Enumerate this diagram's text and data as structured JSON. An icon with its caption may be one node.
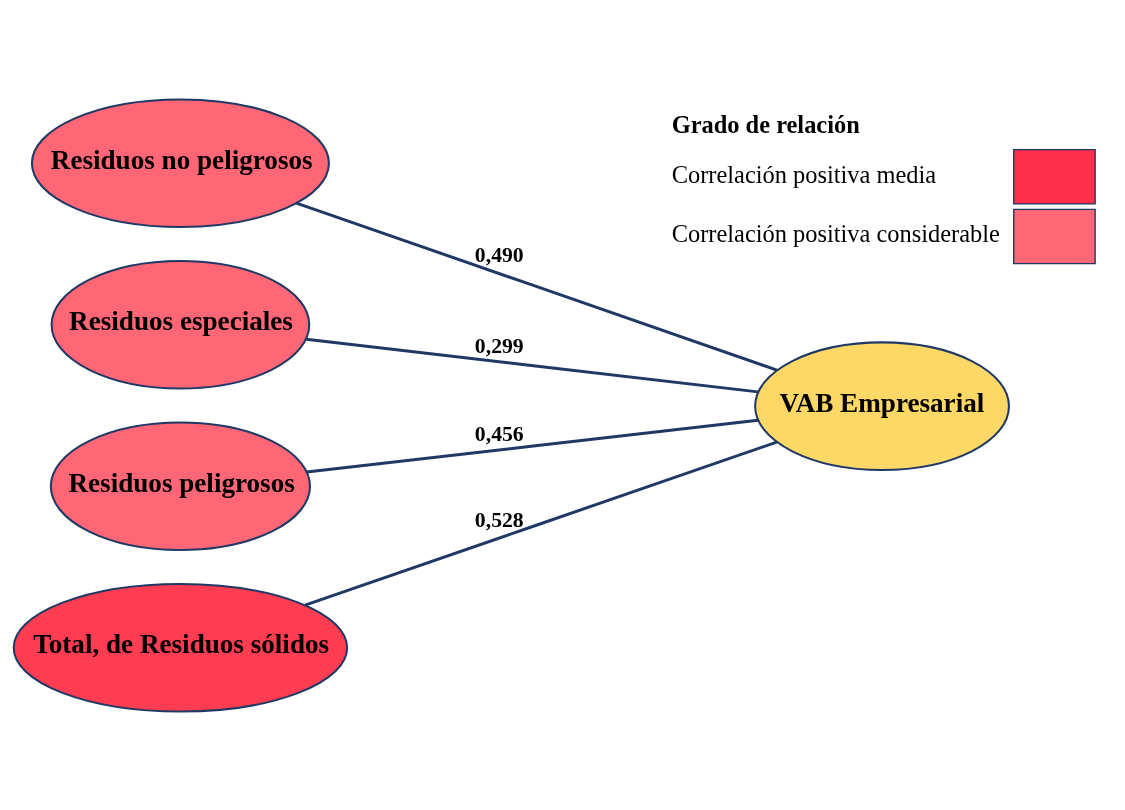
{
  "diagram": {
    "nodes": [
      {
        "text": [
          "Residuos no peligrosos"
        ]
      },
      {
        "text": [
          "Residuos especiales"
        ]
      },
      {
        "text": [
          "Residuos peligrosos"
        ]
      },
      {
        "text": [
          "Total, de Residuos sólidos"
        ]
      },
      {
        "text": [
          "VAB Empresarial"
        ]
      }
    ],
    "edges": [
      {
        "from": 0,
        "to": 4,
        "arrow": "none",
        "label": "0,490"
      },
      {
        "from": 1,
        "to": 4,
        "arrow": "none",
        "label": "0,299"
      },
      {
        "from": 2,
        "to": 4,
        "arrow": "none",
        "label": "0,456"
      },
      {
        "from": 3,
        "to": 4,
        "arrow": "none",
        "label": "0,528"
      }
    ],
    "labels": [
      "Grado de relación"
    ],
    "legend": [
      {
        "text": "Correlación positiva media",
        "color": "#ff2e4b"
      },
      {
        "text": "Correlación positiva considerable",
        "color": "#ff6676"
      }
    ]
  }
}
